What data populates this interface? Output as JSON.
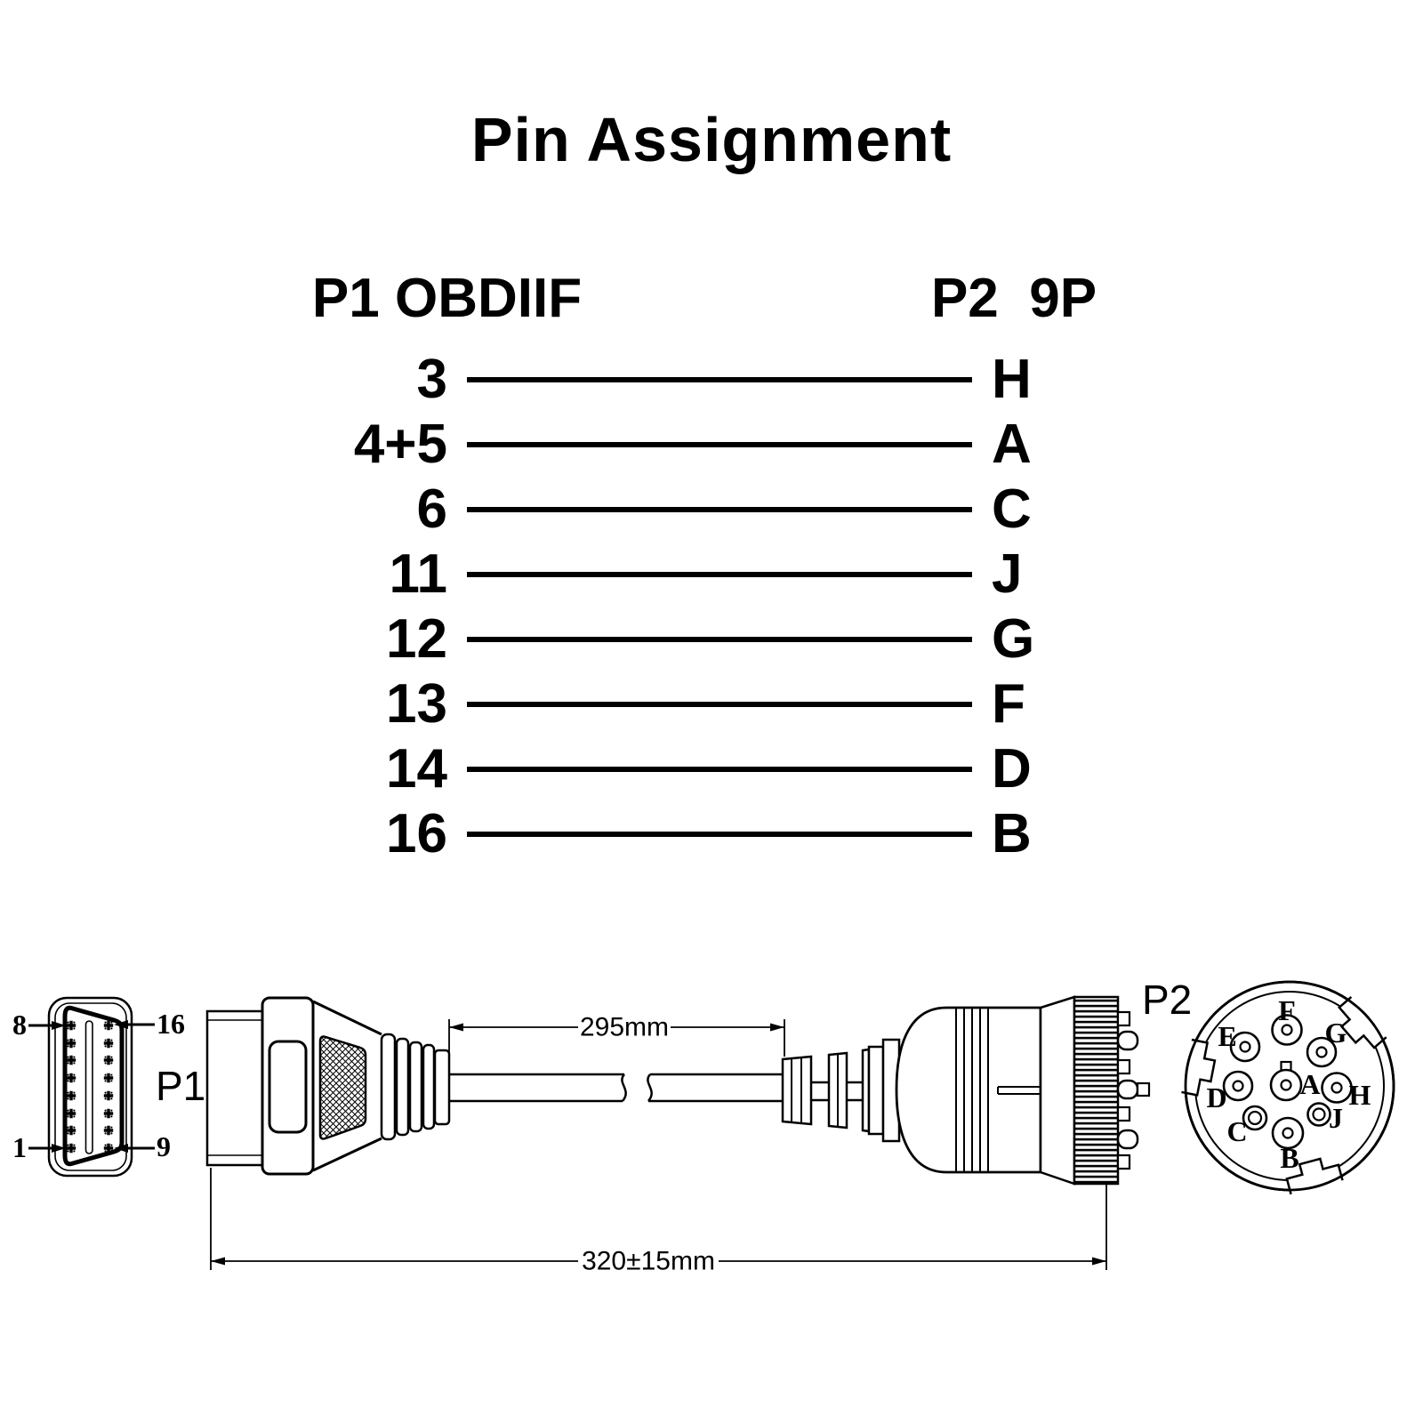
{
  "title": "Pin Assignment",
  "pin_table": {
    "left_header": "P1 OBDIIF",
    "right_header": "P2  9P",
    "rows": [
      {
        "p1": "3",
        "p2": "H"
      },
      {
        "p1": "4+5",
        "p2": "A"
      },
      {
        "p1": "6",
        "p2": "C"
      },
      {
        "p1": "11",
        "p2": "J"
      },
      {
        "p1": "12",
        "p2": "G"
      },
      {
        "p1": "13",
        "p2": "F"
      },
      {
        "p1": "14",
        "p2": "D"
      },
      {
        "p1": "16",
        "p2": "B"
      }
    ]
  },
  "p1_connector": {
    "label": "P1",
    "type": "OBDII female, 16 pin",
    "pin_labels": {
      "top_left": "8",
      "top_right": "16",
      "bottom_left": "1",
      "bottom_right": "9"
    }
  },
  "p2_connector": {
    "label": "P2",
    "type": "9 pin round",
    "pins": {
      "f": "F",
      "e": "E",
      "g": "G",
      "a": "A",
      "d": "D",
      "h": "H",
      "c": "C",
      "j": "J",
      "b": "B"
    }
  },
  "dimensions": {
    "cable_section": "295mm",
    "total_length": "320±15mm"
  },
  "colors": {
    "line": "#000000",
    "background": "#ffffff"
  }
}
